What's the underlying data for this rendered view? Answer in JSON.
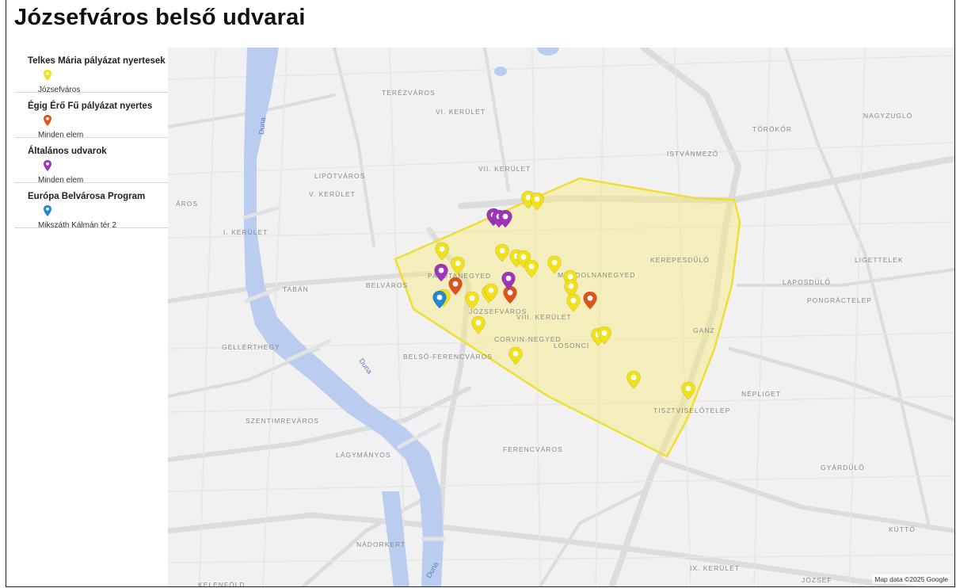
{
  "page": {
    "title": "Józsefváros belső udvarai"
  },
  "legend": [
    {
      "name": "Telkes Mária pályázat nyertesek",
      "item": "Józsefváros",
      "color": "#f2e118"
    },
    {
      "name": "Égig Érő Fű pályázat nyertes",
      "item": "Minden elem",
      "color": "#e0521b"
    },
    {
      "name": "Általános udvarok",
      "item": "Minden elem",
      "color": "#9e35b8"
    },
    {
      "name": "Európa Belvárosa Program",
      "item": "Mikszáth Kálmán tér 2",
      "color": "#1f8ad1"
    }
  ],
  "map": {
    "attribution": "Map data ©2025 Google",
    "river_labels": [
      "Duna",
      "Duna",
      "Duna"
    ],
    "place_labels": [
      "TERÉZVÁROS",
      "VI. KERÜLET",
      "VII. KERÜLET",
      "ISTVÁNMEZŐ",
      "TÖRÖKŐR",
      "NAGYZUGLÓ",
      "LIPÓTVÁROS",
      "V. KERÜLET",
      "ÁROS",
      "I. KERÜLET",
      "PALOTANEGYED",
      "MAGDOLNANEGYED",
      "KEREPESDŰLŐ",
      "LIGETTELEK",
      "LAPOSDŰLŐ",
      "PONGRÁCTELEP",
      "TABÁN",
      "BELVÁROS",
      "JÓZSEFVÁROS",
      "VIII. KERÜLET",
      "CORVIN-NEGYED",
      "GANZ",
      "BELSŐ-FERENCVÁROS",
      "LOSONCI",
      "GELLÉRTHEGY",
      "NÉPLIGET",
      "TISZTVISELŐTELEP",
      "SZENTIMREVÁROS",
      "FERENCVÁROS",
      "LÁGYMÁNYOS",
      "GYÁRDŰLŐ",
      "NÁDORKERT",
      "KÜTTŐ",
      "KELENFÖLD",
      "IX. KERÜLET",
      "JÓZSEF"
    ]
  }
}
